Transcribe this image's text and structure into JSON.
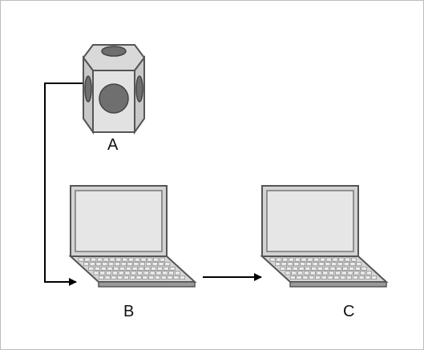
{
  "diagram": {
    "nodes": [
      {
        "id": "A",
        "label": "A",
        "icon": "hexagonal-camera-device-icon"
      },
      {
        "id": "B",
        "label": "B",
        "icon": "laptop-icon"
      },
      {
        "id": "C",
        "label": "C",
        "icon": "laptop-icon"
      }
    ],
    "edges": [
      {
        "from": "A",
        "to": "B"
      },
      {
        "from": "B",
        "to": "C"
      }
    ]
  },
  "colors": {
    "outline": "#555555",
    "body_fill": "#d6d6d6",
    "screen_fill": "#e6e6e6",
    "lens_fill": "#6f6f6f",
    "arrow": "#000000",
    "border": "#bdbdbd"
  }
}
